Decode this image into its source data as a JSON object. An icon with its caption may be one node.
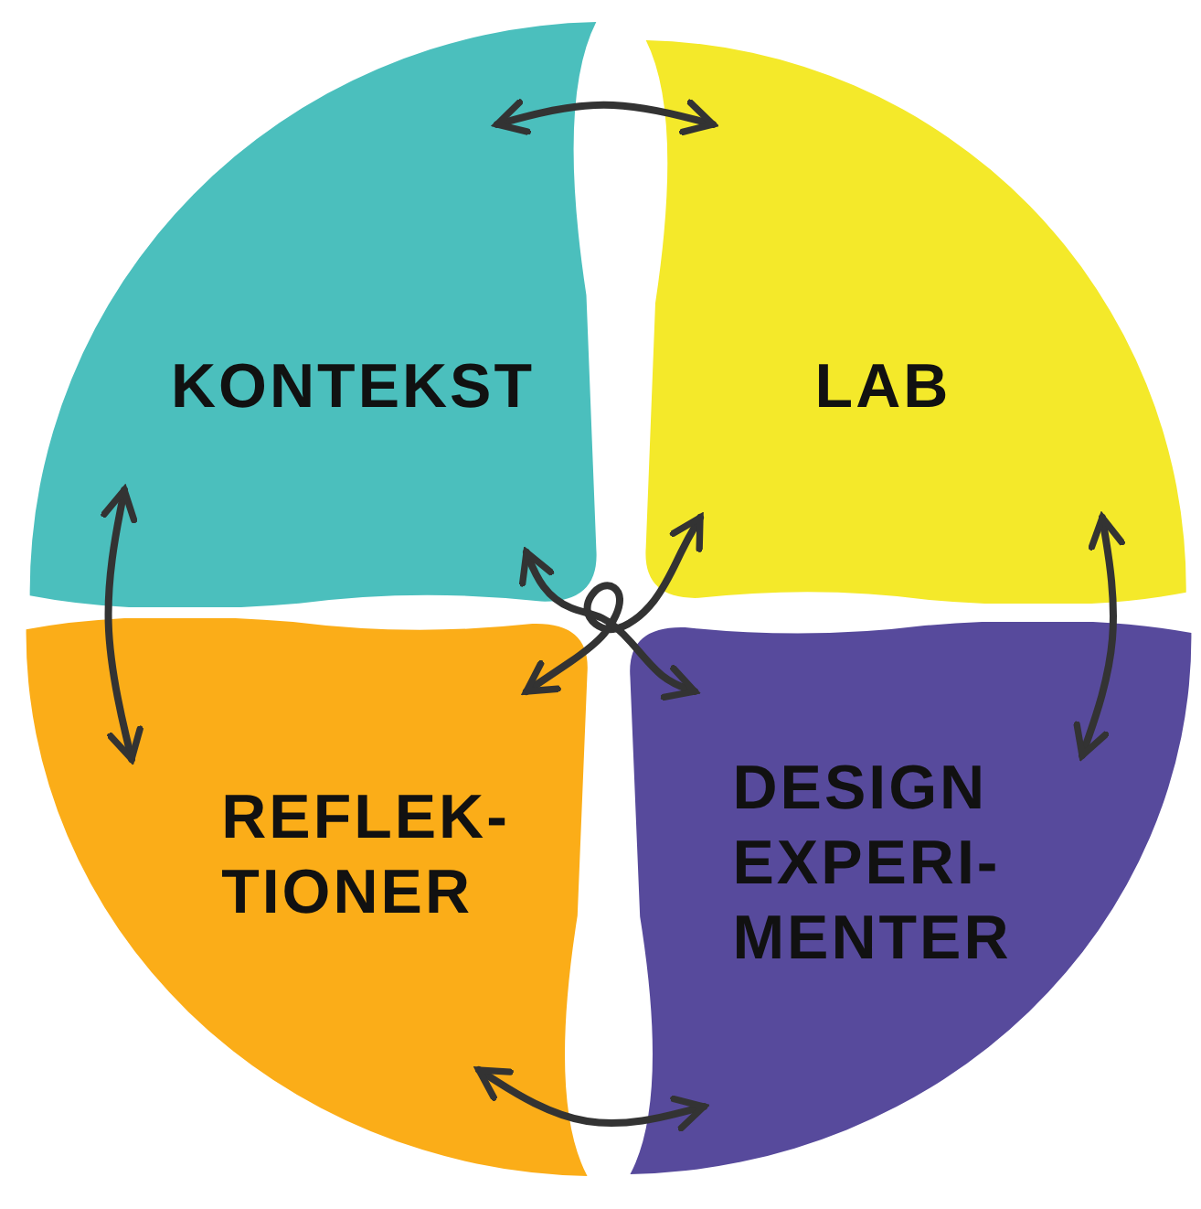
{
  "diagram": {
    "nodes": [
      {
        "text": [
          "KONTEKST"
        ]
      },
      {
        "text": [
          "LAB"
        ]
      },
      {
        "text": [
          "REFLEK- TIONER"
        ]
      },
      {
        "text": [
          "DESIGN EXPERI- MENTER"
        ]
      }
    ],
    "edges": [
      {
        "from": 0,
        "to": 1,
        "arrow": "both"
      },
      {
        "from": 0,
        "to": 2,
        "arrow": "both"
      },
      {
        "from": 1,
        "to": 3,
        "arrow": "both"
      },
      {
        "from": 2,
        "to": 3,
        "arrow": "both"
      },
      {
        "from": 2,
        "to": 1,
        "arrow": "both"
      },
      {
        "from": 0,
        "to": 3,
        "arrow": "both"
      }
    ]
  }
}
